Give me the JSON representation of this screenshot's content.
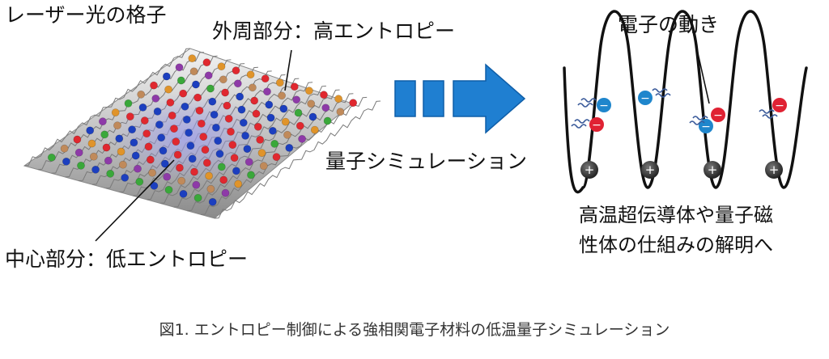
{
  "lattice_title": "レーザー光の格子",
  "outer_label": "外周部分：高エントロピー",
  "center_label": "中心部分：低エントロピー",
  "qsim_label": "量子シミュレーション",
  "electron_label": "電子の動き",
  "purpose_label": "高温超伝導体や量子磁性体の仕組みの解明へ",
  "caption": "図1. エントロピー制御による強相関電子材料の低温量子シミュレーション",
  "colors": {
    "arrow": "#1f7fd1",
    "arrow_stroke": "#0f5ea8",
    "electron_minus": "#1f86cc",
    "electron_plus_red": "#e02233",
    "well_line": "#111111",
    "ion": "#333333"
  },
  "icons": {
    "negative_charge": "minus-sign",
    "positive_charge": "plus-sign",
    "motion": "wavy-lines"
  }
}
